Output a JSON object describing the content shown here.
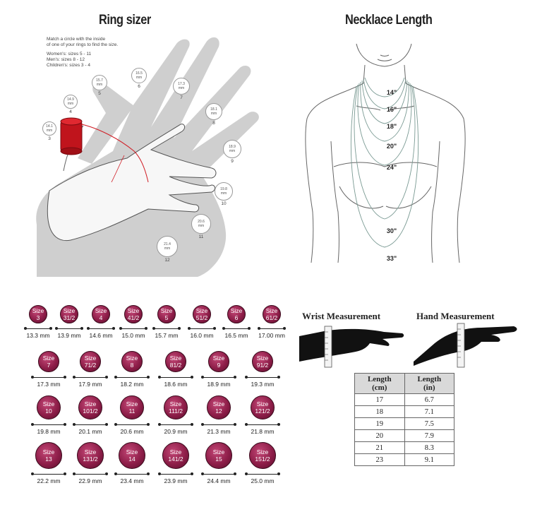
{
  "ring_sizer": {
    "title": "Ring sizer",
    "instructions": [
      "Match a circle with the inside",
      "of one of your rings to find the size."
    ],
    "groups": [
      "Women's: sizes 5 - 11",
      "Men's: sizes 8 - 12",
      "Children's: sizes 3 - 4"
    ],
    "circles": [
      {
        "mm": "14.1",
        "unit": "mm",
        "size": "3"
      },
      {
        "mm": "14.9",
        "unit": "mm",
        "size": "4"
      },
      {
        "mm": "15.7",
        "unit": "mm",
        "size": "5"
      },
      {
        "mm": "16.5",
        "unit": "mm",
        "size": "6"
      },
      {
        "mm": "17.3",
        "unit": "mm",
        "size": "7"
      },
      {
        "mm": "18.1",
        "unit": "mm",
        "size": "8"
      },
      {
        "mm": "18.9",
        "unit": "mm",
        "size": "9"
      },
      {
        "mm": "19.8",
        "unit": "mm",
        "size": "10"
      },
      {
        "mm": "20.6",
        "unit": "mm",
        "size": "11"
      },
      {
        "mm": "21.4",
        "unit": "mm",
        "size": "12"
      }
    ]
  },
  "necklace": {
    "title": "Necklace Length",
    "lengths": [
      "14\"",
      "16\"",
      "18\"",
      "20\"",
      "24\"",
      "30\"",
      "33\""
    ]
  },
  "size_chart": {
    "rows": [
      [
        {
          "label": "Size",
          "size": "3",
          "mm": "13.3 mm"
        },
        {
          "label": "Size",
          "size": "31/2",
          "mm": "13.9 mm"
        },
        {
          "label": "Size",
          "size": "4",
          "mm": "14.6 mm"
        },
        {
          "label": "Size",
          "size": "41/2",
          "mm": "15.0 mm"
        },
        {
          "label": "Size",
          "size": "5",
          "mm": "15.7 mm"
        },
        {
          "label": "Size",
          "size": "51/2",
          "mm": "16.0 mm"
        },
        {
          "label": "Size",
          "size": "6",
          "mm": "16.5 mm"
        },
        {
          "label": "Size",
          "size": "61/2",
          "mm": "17.00 mm"
        }
      ],
      [
        {
          "label": "Size",
          "size": "7",
          "mm": "17.3 mm"
        },
        {
          "label": "Size",
          "size": "71/2",
          "mm": "17.9 mm"
        },
        {
          "label": "Size",
          "size": "8",
          "mm": "18.2 mm"
        },
        {
          "label": "Size",
          "size": "81/2",
          "mm": "18.6 mm"
        },
        {
          "label": "Size",
          "size": "9",
          "mm": "18.9 mm"
        },
        {
          "label": "Size",
          "size": "91/2",
          "mm": "19.3 mm"
        }
      ],
      [
        {
          "label": "Size",
          "size": "10",
          "mm": "19.8 mm"
        },
        {
          "label": "Size",
          "size": "101/2",
          "mm": "20.1 mm"
        },
        {
          "label": "Size",
          "size": "11",
          "mm": "20.6 mm"
        },
        {
          "label": "Size",
          "size": "111/2",
          "mm": "20.9 mm"
        },
        {
          "label": "Size",
          "size": "12",
          "mm": "21.3 mm"
        },
        {
          "label": "Size",
          "size": "121/2",
          "mm": "21.8 mm"
        }
      ],
      [
        {
          "label": "Size",
          "size": "13",
          "mm": "22.2 mm"
        },
        {
          "label": "Size",
          "size": "131/2",
          "mm": "22.9 mm"
        },
        {
          "label": "Size",
          "size": "14",
          "mm": "23.4 mm"
        },
        {
          "label": "Size",
          "size": "141/2",
          "mm": "23.9 mm"
        },
        {
          "label": "Size",
          "size": "15",
          "mm": "24.4 mm"
        },
        {
          "label": "Size",
          "size": "151/2",
          "mm": "25.0 mm"
        }
      ]
    ],
    "bead_color": "#8e1e49"
  },
  "measurement": {
    "wrist_title": "Wrist Measurement",
    "hand_title": "Hand Measurement",
    "table": {
      "headers": [
        [
          "Length",
          "(cm)"
        ],
        [
          "Length",
          "(in)"
        ]
      ],
      "rows": [
        [
          "17",
          "6.7"
        ],
        [
          "18",
          "7.1"
        ],
        [
          "19",
          "7.5"
        ],
        [
          "20",
          "7.9"
        ],
        [
          "21",
          "8.3"
        ],
        [
          "23",
          "9.1"
        ]
      ]
    }
  }
}
